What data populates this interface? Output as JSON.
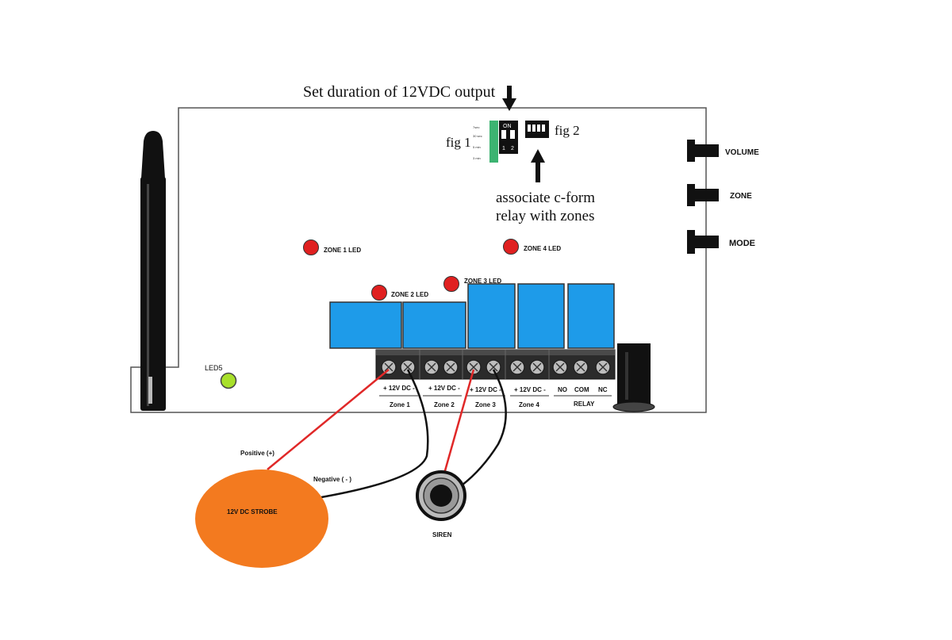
{
  "header": {
    "title": "Set duration of 12VDC output",
    "associate_line1": "associate c-form",
    "associate_line2": "relay with zones"
  },
  "dip_switches": {
    "fig1_label": "fig 1",
    "fig2_label": "fig 2",
    "on_label": "ON",
    "pos1": "1",
    "pos2": "2",
    "durations": [
      "7sec",
      "30 sec",
      "5 min",
      "3 min"
    ]
  },
  "buttons": {
    "volume": "VOLUME",
    "zone": "ZONE",
    "mode": "MODE"
  },
  "leds": {
    "zone1": "ZONE 1 LED",
    "zone2": "ZONE 2 LED",
    "zone3": "ZONE 3 LED",
    "zone4": "ZONE 4 LED",
    "led5": "LED5"
  },
  "terminals": {
    "pol": [
      "+ 12V DC -",
      "+ 12V DC -",
      "+ 12V DC -",
      "+ 12V DC -"
    ],
    "zones": [
      "Zone 1",
      "Zone 2",
      "Zone 3",
      "Zone 4"
    ],
    "relay_pins": [
      "NO",
      "COM",
      "NC"
    ],
    "relay_label": "RELAY"
  },
  "wiring": {
    "positive": "Positive (+)",
    "negative": "Negative ( - )",
    "strobe": "12V DC STROBE",
    "siren": "SIREN"
  },
  "colors": {
    "relay_blue": "#1E9BE9",
    "led_red": "#E02020",
    "led_green": "#A8E02A",
    "strobe_orange": "#F37A1F",
    "wire_red": "#E02828",
    "dip_green": "#3CB371"
  }
}
